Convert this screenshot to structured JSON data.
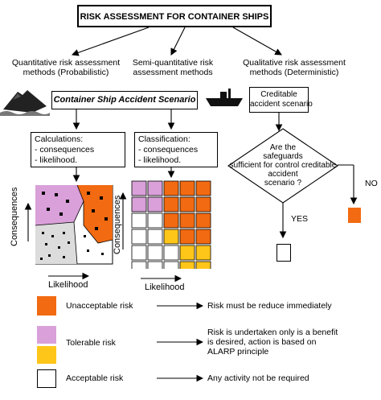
{
  "title": "RISK ASSESSMENT FOR CONTAINER SHIPS",
  "methods": {
    "quantitative": [
      "Quantitative risk assessment",
      "methods (Probabilistic)"
    ],
    "semi": [
      "Semi-quantitative risk",
      "assessment methods"
    ],
    "qualitative": [
      "Qualitative risk assessment",
      "methods (Deterministic)"
    ]
  },
  "scenario_label": "Container Ship Accident Scenario",
  "creditable": [
    "Creditable",
    "accident scenario"
  ],
  "calculations": {
    "title": "Calculations:",
    "items": [
      "- consequences",
      "- likelihood."
    ]
  },
  "classification": {
    "title": "Classification:",
    "items": [
      "- consequences",
      "- likelihood."
    ]
  },
  "decision": [
    "Are the",
    "safeguards",
    "sufficient for control creditable",
    "accident",
    "scenario ?"
  ],
  "yes_label": "YES",
  "no_label": "NO",
  "axis": {
    "y": "Consequences",
    "x": "Likelihood"
  },
  "legend": [
    {
      "label": "Unacceptable risk",
      "action": [
        "Risk must be reduce immediately"
      ]
    },
    {
      "label": "Tolerable risk",
      "action": [
        "Risk is undertaken only is a benefit",
        "is desired, action is based on",
        "ALARP principle"
      ]
    },
    {
      "label": "Acceptable risk",
      "action": [
        "Any activity not be required"
      ]
    }
  ],
  "colors": {
    "unacceptable": "#f26a11",
    "tolerable_pink": "#d9a0d9",
    "tolerable_yellow": "#ffc61a",
    "acceptable": "#ffffff",
    "grey_zone": "#dcdcdc"
  },
  "icons": [
    "sinking-ship-icon",
    "boat-icon",
    "arrow-icon"
  ]
}
